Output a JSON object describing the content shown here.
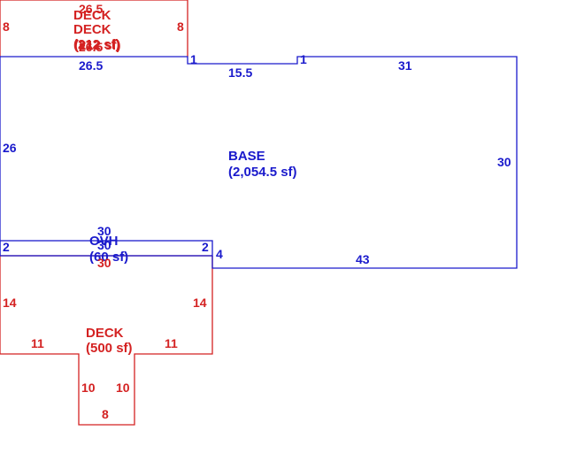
{
  "colors": {
    "base": "#1a1acc",
    "deck": "#d42222",
    "background": "#ffffff"
  },
  "base": {
    "name": "BASE",
    "area": "(2,054.5 sf)",
    "dims": {
      "left": "26",
      "right": "30",
      "top_left": "26.5",
      "top_mid": "15.5",
      "top_right": "31",
      "jog_left": "1",
      "jog_right": "1",
      "bottom": "43",
      "step": "4"
    }
  },
  "ovh": {
    "name": "OVH",
    "area": "(60 sf)",
    "dims": {
      "top": "30",
      "bottom": "30",
      "left": "2",
      "right": "2"
    }
  },
  "deck_top": {
    "name_a": "DECK",
    "name_b": "DECK",
    "area_a": "(212 sf)",
    "area_b": "(212 sf)",
    "dims": {
      "top": "26.5",
      "top_overlap": "26.5",
      "left": "8",
      "right": "8"
    }
  },
  "deck_bottom": {
    "name": "DECK",
    "area": "(500 sf)",
    "dims": {
      "top": "30",
      "left": "14",
      "right": "14",
      "step_left": "11",
      "step_right": "11",
      "leg_left": "10",
      "leg_right": "10",
      "bottom": "8"
    }
  }
}
